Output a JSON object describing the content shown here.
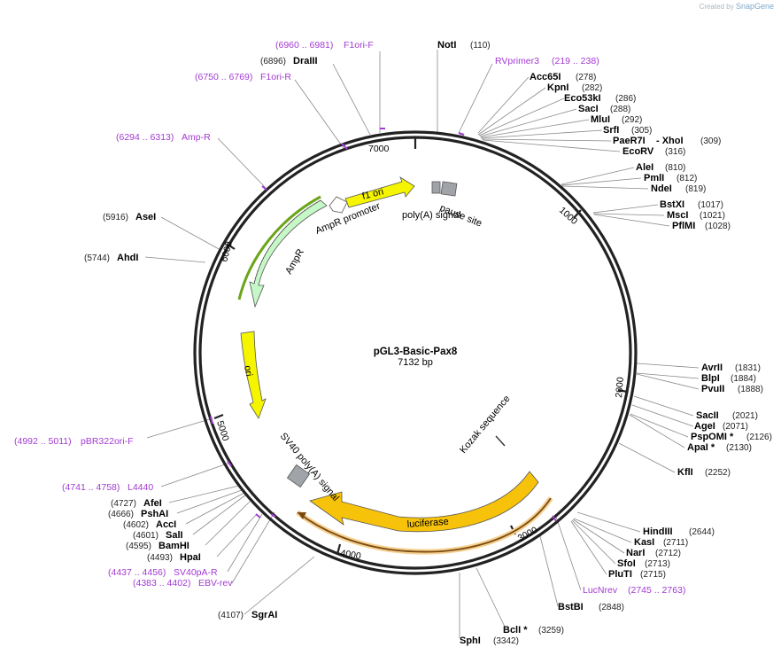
{
  "credit": {
    "prefix": "Created by",
    "brand": "SnapGene"
  },
  "plasmid": {
    "name": "pGL3-Basic-Pax8",
    "length": "7132 bp"
  },
  "ticks": [
    "1000",
    "2000",
    "3000",
    "4000",
    "5000",
    "6000",
    "7000"
  ],
  "colors": {
    "primer": "#a23ad3",
    "yellow": "#f5f500",
    "green": "#b8f5b8",
    "orange": "#f7c20a",
    "gray": "#a0a4a8"
  },
  "features": {
    "f1ori": "f1 ori",
    "ampr_promoter": "AmpR promoter",
    "ampr": "AmpR",
    "ori": "ori",
    "polyA": "poly(A) signal",
    "pause": "pause site",
    "kozak": "Kozak sequence",
    "luciferase": "luciferase",
    "sv40": "SV40 poly(A) signal"
  },
  "enzymes": [
    {
      "name": "NotI",
      "pos": "(110)"
    },
    {
      "name": "Acc65I",
      "pos": "(278)"
    },
    {
      "name": "KpnI",
      "pos": "(282)"
    },
    {
      "name": "Eco53kI",
      "pos": "(286)"
    },
    {
      "name": "SacI",
      "pos": "(288)"
    },
    {
      "name": "MluI",
      "pos": "(292)"
    },
    {
      "name": "SrfI",
      "pos": "(305)"
    },
    {
      "name": "PaeR7I",
      "pos": ""
    },
    {
      "name": "- XhoI",
      "pos": "(309)"
    },
    {
      "name": "EcoRV",
      "pos": "(316)"
    },
    {
      "name": "AleI",
      "pos": "(810)"
    },
    {
      "name": "PmlI",
      "pos": "(812)"
    },
    {
      "name": "NdeI",
      "pos": "(819)"
    },
    {
      "name": "BstXI",
      "pos": "(1017)"
    },
    {
      "name": "MscI",
      "pos": "(1021)"
    },
    {
      "name": "PflMI",
      "pos": "(1028)"
    },
    {
      "name": "AvrII",
      "pos": "(1831)"
    },
    {
      "name": "BlpI",
      "pos": "(1884)"
    },
    {
      "name": "PvuII",
      "pos": "(1888)"
    },
    {
      "name": "SacII",
      "pos": "(2021)"
    },
    {
      "name": "AgeI",
      "pos": "(2071)"
    },
    {
      "name": "PspOMI *",
      "pos": "(2126)"
    },
    {
      "name": "ApaI *",
      "pos": "(2130)"
    },
    {
      "name": "KflI",
      "pos": "(2252)"
    },
    {
      "name": "HindIII",
      "pos": "(2644)"
    },
    {
      "name": "KasI",
      "pos": "(2711)"
    },
    {
      "name": "NarI",
      "pos": "(2712)"
    },
    {
      "name": "SfoI",
      "pos": "(2713)"
    },
    {
      "name": "PluTI",
      "pos": "(2715)"
    },
    {
      "name": "BstBI",
      "pos": "(2848)"
    },
    {
      "name": "BclI *",
      "pos": "(3259)"
    },
    {
      "name": "SphI",
      "pos": "(3342)"
    },
    {
      "name": "SgrAI",
      "pos": "(4107)"
    },
    {
      "name": "HpaI",
      "pos": "(4493)"
    },
    {
      "name": "BamHI",
      "pos": "(4595)"
    },
    {
      "name": "SalI",
      "pos": "(4601)"
    },
    {
      "name": "AccI",
      "pos": "(4602)"
    },
    {
      "name": "PshAI",
      "pos": "(4666)"
    },
    {
      "name": "AfeI",
      "pos": "(4727)"
    },
    {
      "name": "AhdI",
      "pos": "(5744)"
    },
    {
      "name": "AseI",
      "pos": "(5916)"
    },
    {
      "name": "DraIII",
      "pos": "(6896)"
    }
  ],
  "primers": [
    {
      "name": "F1ori-F",
      "range": "(6960 .. 6981)"
    },
    {
      "name": "F1ori-R",
      "range": "(6750 .. 6769)"
    },
    {
      "name": "Amp-R",
      "range": "(6294 .. 6313)"
    },
    {
      "name": "RVprimer3",
      "range": "(219 .. 238)"
    },
    {
      "name": "pBR322ori-F",
      "range": "(4992 .. 5011)"
    },
    {
      "name": "L4440",
      "range": "(4741 .. 4758)"
    },
    {
      "name": "SV40pA-R",
      "range": "(4437 .. 4456)"
    },
    {
      "name": "EBV-rev",
      "range": "(4383 .. 4402)"
    },
    {
      "name": "LucNrev",
      "range": "(2745 .. 2763)"
    }
  ]
}
